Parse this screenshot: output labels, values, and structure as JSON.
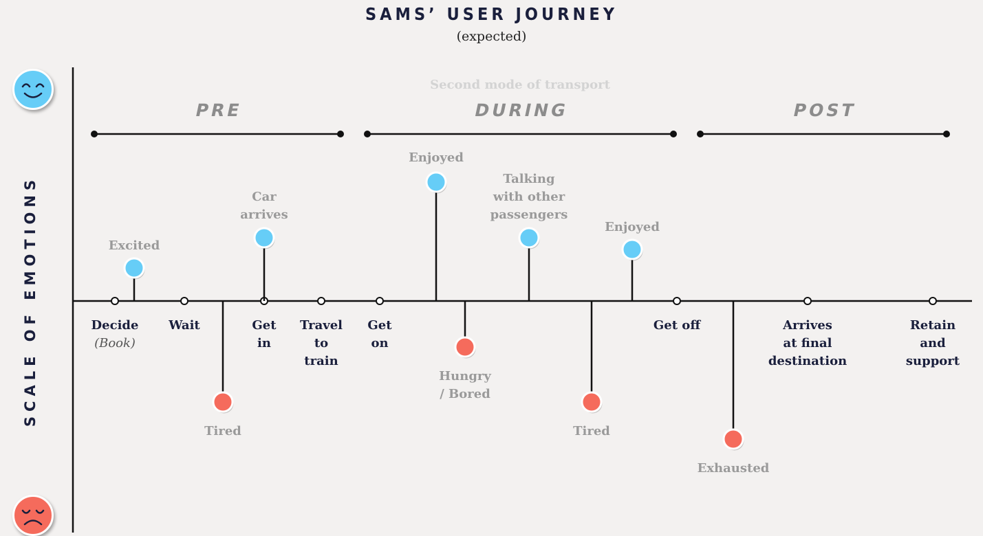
{
  "title": "SAMS’ USER JOURNEY",
  "subtitle": "(expected)",
  "y_axis_label": "SCALE OF EMOTIONS",
  "note": "Second mode of transport",
  "colors": {
    "positive": "#66cdf7",
    "negative": "#f56b5c",
    "line": "#111111"
  },
  "faces": {
    "top": "smile-icon",
    "bottom": "frown-icon"
  },
  "phases": [
    {
      "label": "PRE"
    },
    {
      "label": "DURING"
    },
    {
      "label": "POST"
    }
  ],
  "steps": [
    {
      "label": "Decide",
      "sub": "(Book)"
    },
    {
      "label": "Wait",
      "sub": ""
    },
    {
      "label": "Get\nin",
      "sub": ""
    },
    {
      "label": "Travel\nto\ntrain",
      "sub": ""
    },
    {
      "label": "Get\non",
      "sub": ""
    },
    {
      "label": "Get off",
      "sub": ""
    },
    {
      "label": "Arrives\nat final\ndestination",
      "sub": ""
    },
    {
      "label": "Retain\nand\nsupport",
      "sub": ""
    }
  ],
  "emotions": [
    {
      "label": "Excited",
      "sentiment": "positive"
    },
    {
      "label": "Tired",
      "sentiment": "negative"
    },
    {
      "label": "Car\narrives",
      "sentiment": "positive"
    },
    {
      "label": "Enjoyed",
      "sentiment": "positive"
    },
    {
      "label": "Hungry\n/ Bored",
      "sentiment": "negative"
    },
    {
      "label": "Talking\nwith other\npassengers",
      "sentiment": "positive"
    },
    {
      "label": "Tired",
      "sentiment": "negative"
    },
    {
      "label": "Enjoyed",
      "sentiment": "positive"
    },
    {
      "label": "Exhausted",
      "sentiment": "negative"
    }
  ]
}
